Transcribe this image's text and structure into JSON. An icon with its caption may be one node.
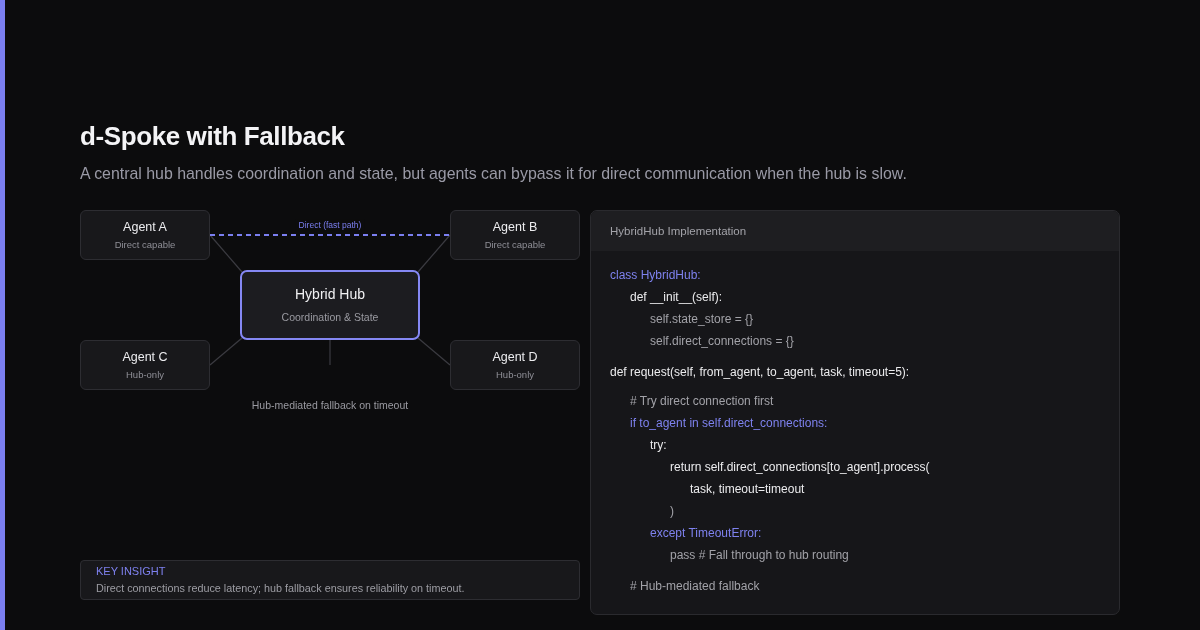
{
  "diagram": {
    "title": "d-Spoke with Fallback",
    "nodes": [
      {
        "text": [
          "Agent A",
          "Direct capable"
        ]
      },
      {
        "text": [
          "Agent B",
          "Direct capable"
        ]
      },
      {
        "text": [
          "Hybrid Hub",
          "Coordination & State"
        ]
      },
      {
        "text": [
          "Agent C",
          "Hub-only"
        ]
      },
      {
        "text": [
          "Agent D",
          "Hub-only"
        ]
      },
      {
        "text": [
          "HybridHub Implementation",
          "class HybridHub:",
          "def __init__(self):",
          "self.state_store = {}",
          "self.direct_connections = {}",
          "def request(self, from_agent, to_agent, task, timeout=5):",
          "# Try direct connection first",
          "if to_agent in self.direct_connections:",
          "try:",
          "return self.direct_connections[to_agent].process(",
          "task, timeout=timeout",
          ")",
          "except TimeoutError:",
          "pass # Fall through to hub routing",
          "# Hub-mediated fallback"
        ]
      },
      {
        "text": [
          "KEY INSIGHT",
          "Direct connections reduce latency; hub fallback ensures reliability on timeout."
        ]
      }
    ],
    "edges": [
      {
        "from": 0,
        "to": 2,
        "arrow": "none"
      },
      {
        "from": 1,
        "to": 2,
        "arrow": "none"
      },
      {
        "from": 3,
        "to": 2,
        "arrow": "none"
      },
      {
        "from": 4,
        "to": 2,
        "arrow": "none"
      },
      {
        "from": 0,
        "to": 1,
        "arrow": "none",
        "label": "Direct (fast path)",
        "style": "dashed",
        "color": "#7b7ff0"
      },
      {
        "from": 2,
        "to": null,
        "arrow": "none"
      }
    ],
    "labels": [
      "A central hub handles coordination and state, but agents can bypass it for direct communication when the hub is slow.",
      "Hub-mediated fallback on timeout"
    ]
  }
}
